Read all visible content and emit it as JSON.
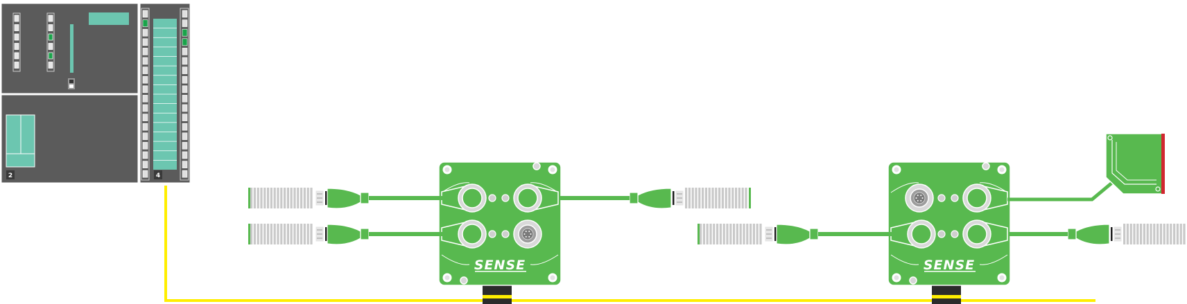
{
  "colors": {
    "bus_cable": "#ffee00",
    "module_green": "#58b94f",
    "dark_green": "#2f9a3e",
    "plc_gray": "#5b5b5b",
    "led_teal": "#6cc6b0",
    "led_green": "#19a34a",
    "cable_gray": "#c9c9c9",
    "accent_red": "#d22630"
  },
  "plc": {
    "module_2_number": "2",
    "module_4_number": "4",
    "cpu_icon": "plc-cpu-module-icon",
    "io_icon": "plc-io-module-icon"
  },
  "io_box_1": {
    "brand": "SENSE",
    "icon": "io-distribution-box-icon"
  },
  "io_box_2": {
    "brand": "SENSE",
    "icon": "io-distribution-box-icon"
  },
  "sensor": {
    "icon": "sensor-device-icon"
  }
}
